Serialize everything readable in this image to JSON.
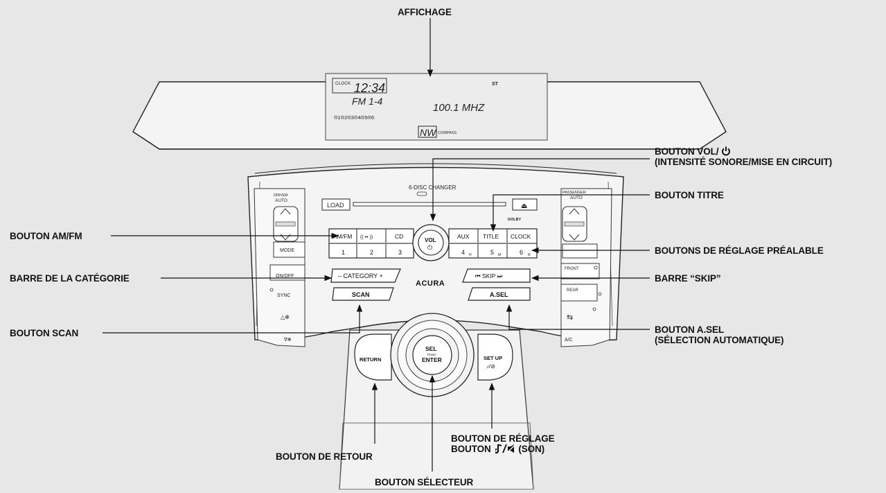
{
  "labels": {
    "affichage": "AFFICHAGE",
    "vol_line1": "BOUTON VOL/",
    "vol_line2": "(INTENSITÉ SONORE/MISE EN CIRCUIT)",
    "titre": "BOUTON TITRE",
    "amfm": "BOUTON AM/FM",
    "preset": "BOUTONS DE RÉGLAGE PRÉALABLE",
    "category": "BARRE DE LA CATÉGORIE",
    "skip": "BARRE “SKIP”",
    "scan": "BOUTON SCAN",
    "asel_line1": "BOUTON A.SEL",
    "asel_line2": "(SÉLECTION AUTOMATIQUE)",
    "setup_line1": "BOUTON DE RÉGLAGE",
    "setup_line2_a": "BOUTON",
    "setup_line2_b": "(SON)",
    "retour": "BOUTON DE RETOUR",
    "selecteur": "BOUTON SÉLECTEUR"
  },
  "display": {
    "clock_tag": "CLOCK",
    "time": "12:34",
    "st": "ST",
    "band": "FM 1-4",
    "frequency": "100.1 MHZ",
    "presets_row": "®1®2®3®4®5®6",
    "compass": "NW",
    "compass_tag": "COMPASS"
  },
  "panel": {
    "changer": "6-DISC CHANGER",
    "load": "LOAD",
    "eject": "⏏",
    "dolby": "DOLBY",
    "top_buttons": [
      "AM/FM",
      "(( •• ))",
      "CD",
      "AUX",
      "TITLE",
      "CLOCK"
    ],
    "preset_numbers": [
      "1",
      "2",
      "3",
      "4",
      "5",
      "6"
    ],
    "preset_subs": [
      "H",
      "M",
      "R"
    ],
    "vol": "VOL",
    "power": "⏻",
    "category_bar": "– CATEGORY +",
    "skip_bar": "⏮   SKIP   ⏭",
    "acura": "ACURA",
    "scan": "SCAN",
    "asel": "A.SEL",
    "sel": "SEL",
    "push": "PUSH",
    "enter": "ENTER",
    "return": "RETURN",
    "setup": "SET UP",
    "setup_icon": "♪/⊘",
    "driver": "DRIVER",
    "auto_left": "AUTO",
    "passenger": "PASSENGER",
    "auto_right": "AUTO",
    "mode": "MODE",
    "onoff": "ON/OFF",
    "sync": "SYNC",
    "front": "FRONT",
    "rear": "REAR",
    "ac": "A/C"
  }
}
